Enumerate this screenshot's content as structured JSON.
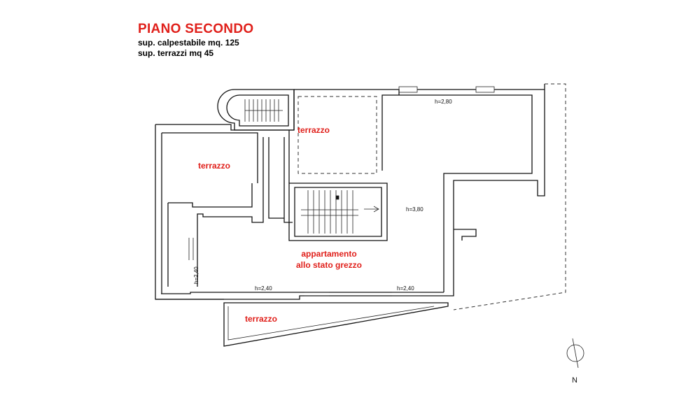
{
  "header": {
    "title": "PIANO SECONDO",
    "line1": "sup. calpestabile mq. 125",
    "line2": "sup. terrazzi mq 45"
  },
  "rooms": {
    "terrazzo_top": "terrazzo",
    "terrazzo_left": "terrazzo",
    "apartment_line1": "appartamento",
    "apartment_line2": "allo stato grezzo",
    "terrazzo_bottom": "terrazzo"
  },
  "heights": {
    "h_top": "h=2,80",
    "h_center": "h=3,80",
    "h_left_vertical": "h=2,40",
    "h_bottom_left": "h=2,40",
    "h_bottom_right": "h=2,40"
  },
  "compass": {
    "north_label": "N"
  },
  "colors": {
    "label_red": "#e0201b",
    "line": "#111111"
  }
}
